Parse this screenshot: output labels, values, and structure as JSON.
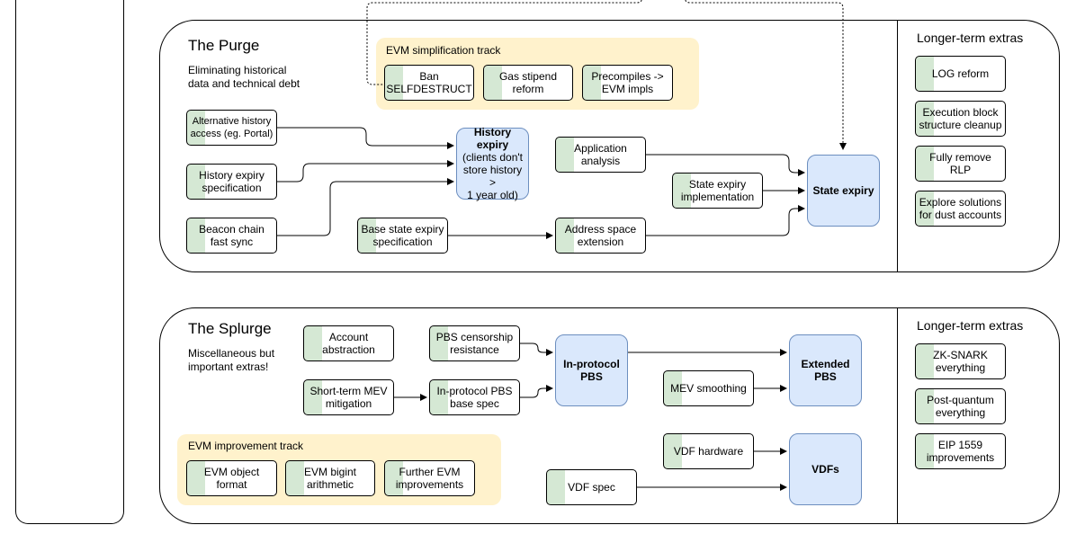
{
  "colors": {
    "track_fill": "#fff2cc",
    "node_accent": "#d5e8d4",
    "goal_fill": "#dae8fc",
    "goal_border": "#6c8ebf",
    "line": "#000000"
  },
  "purge": {
    "title": "The Purge",
    "subtitle": "Eliminating historical\ndata and technical debt",
    "track_label": "EVM simplification track",
    "track_items": {
      "ban_selfdestruct": "Ban\nSELFDESTRUCT",
      "gas_stipend": "Gas stipend\nreform",
      "precompiles": "Precompiles ->\nEVM impls"
    },
    "nodes": {
      "alt_history": "Alternative history\naccess (eg. Portal)",
      "history_expiry_spec": "History expiry\nspecification",
      "beacon_sync": "Beacon chain\nfast sync",
      "application_analysis": "Application\nanalysis",
      "state_expiry_impl": "State expiry\nimplementation",
      "base_state_expiry": "Base state expiry\nspecification",
      "address_space": "Address space\nextension"
    },
    "history_expiry": {
      "title": "History\nexpiry",
      "detail": "(clients don't\nstore history >\n1 year old)"
    },
    "state_expiry": "State expiry",
    "extras_title": "Longer-term extras",
    "extras": {
      "log_reform": "LOG reform",
      "exec_block": "Execution block\nstructure cleanup",
      "remove_rlp": "Fully remove\nRLP",
      "dust_accounts": "Explore solutions\nfor dust accounts"
    }
  },
  "splurge": {
    "title": "The Splurge",
    "subtitle": "Miscellaneous but\nimportant extras!",
    "nodes": {
      "account_abstraction": "Account\nabstraction",
      "pbs_censorship": "PBS censorship\nresistance",
      "short_term_mev": "Short-term MEV\nmitigation",
      "inprotocol_pbs_base": "In-protocol PBS\nbase spec",
      "mev_smoothing": "MEV smoothing",
      "vdf_hardware": "VDF hardware",
      "vdf_spec": "VDF spec"
    },
    "goals": {
      "inprotocol_pbs": "In-protocol\nPBS",
      "extended_pbs": "Extended\nPBS",
      "vdfs": "VDFs"
    },
    "track_label": "EVM improvement track",
    "track_items": {
      "eof": "EVM object\nformat",
      "bigint": "EVM bigint\narithmetic",
      "further_evm": "Further EVM\nimprovements"
    },
    "extras_title": "Longer-term extras",
    "extras": {
      "zk_snark": "ZK-SNARK\neverything",
      "post_quantum": "Post-quantum\neverything",
      "eip1559": "EIP 1559\nimprovements"
    }
  }
}
